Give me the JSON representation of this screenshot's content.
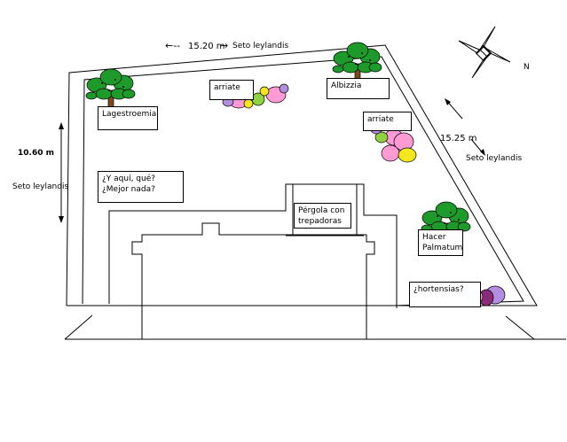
{
  "dimensions": {
    "top": "15.20 m",
    "left": "10.60 m",
    "right": "15.25 m"
  },
  "hedges": {
    "top": "Seto leylandis",
    "left": "Seto leylandis",
    "right": "Seto leylandis"
  },
  "compass": {
    "north_label": "N"
  },
  "labels": {
    "lagestroemia": "Lagestroemia",
    "arriate_1": "arriate",
    "albizzia": "Albizzia",
    "arriate_2": "arriate",
    "question_line1": "¿Y aquí, qué?",
    "question_line2": "¿Mejor nada?",
    "pergola_line1": "Pérgola con",
    "pergola_line2": "trepadoras",
    "hacer_line1": "Hacer",
    "hacer_line2": "Palmatum",
    "hortensias": "¿hortensias?"
  },
  "colors": {
    "tree_foliage": "#1e9a2a",
    "tree_trunk": "#7a4a1e",
    "pink": "#ff9ad5",
    "yellow": "#f4e81c",
    "green_bush": "#8fd13f",
    "lilac": "#b38ee0",
    "orange": "#f4a13a",
    "purple_dark": "#8a2b7a"
  }
}
